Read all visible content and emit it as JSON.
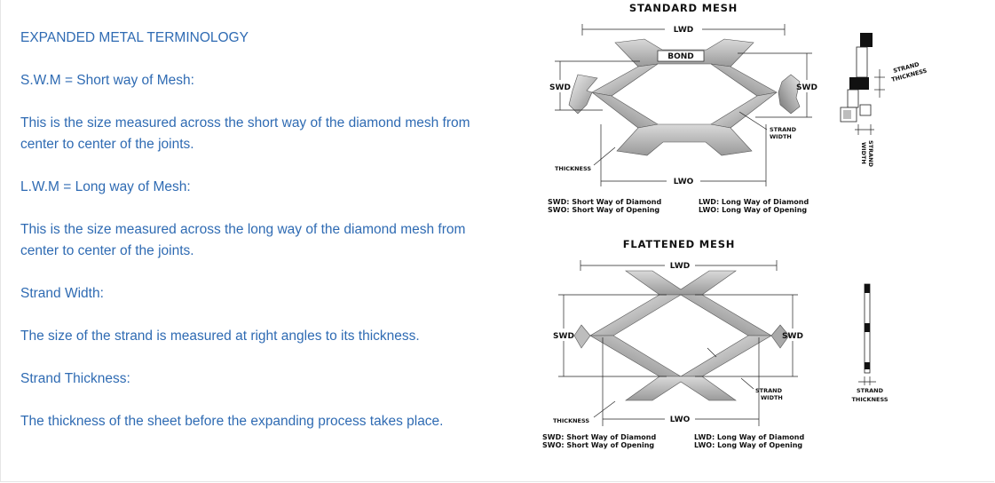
{
  "text": {
    "heading": "EXPANDED METAL TERMINOLOGY",
    "swm_term": "S.W.M = Short way of Mesh:",
    "swm_desc": "This is the size measured across the short way of the diamond mesh from center to center of the joints.",
    "lwm_term": "L.W.M = Long way of Mesh:",
    "lwm_desc": "This is the size measured across the long way of the diamond mesh from center to center of the joints.",
    "strand_width_term": "Strand Width:",
    "strand_width_desc": "The size of the strand is measured at right angles to its thickness.",
    "strand_thickness_term": "Strand Thickness:",
    "strand_thickness_desc": "The thickness of the sheet before the expanding process takes place."
  },
  "diagram": {
    "standard": {
      "title": "STANDARD MESH",
      "lwd": "LWD",
      "bond": "BOND",
      "swd_left": "SWD",
      "swd_right": "SWD",
      "strand_width_1": "STRAND",
      "strand_width_2": "WIDTH",
      "thickness": "THICKNESS",
      "lwo": "LWO",
      "legend_1": "SWD: Short Way of Diamond",
      "legend_2": "SWO: Short Way of Opening",
      "legend_3": "LWD: Long Way of Diamond",
      "legend_4": "LWO: Long Way of Opening",
      "side_thickness_1": "STRAND",
      "side_thickness_2": "THICKNESS",
      "side_width_1": "STRAND",
      "side_width_2": "WIDTH"
    },
    "flattened": {
      "title": "FLATTENED MESH",
      "lwd": "LWD",
      "swd_left": "SWD",
      "swd_right": "SWD",
      "strand_width_1": "STRAND",
      "strand_width_2": "WIDTH",
      "thickness": "THICKNESS",
      "lwo": "LWO",
      "legend_1": "SWD: Short Way of Diamond",
      "legend_2": "SWO: Short Way of Opening",
      "legend_3": "LWD: Long Way of Diamond",
      "legend_4": "LWO: Long Way of Opening",
      "side_thickness_1": "STRAND",
      "side_thickness_2": "THICKNESS"
    }
  },
  "colors": {
    "text_blue": "#2f6bb3",
    "metal_light": "#d8d8d8",
    "metal_dark": "#8a8a8a"
  }
}
